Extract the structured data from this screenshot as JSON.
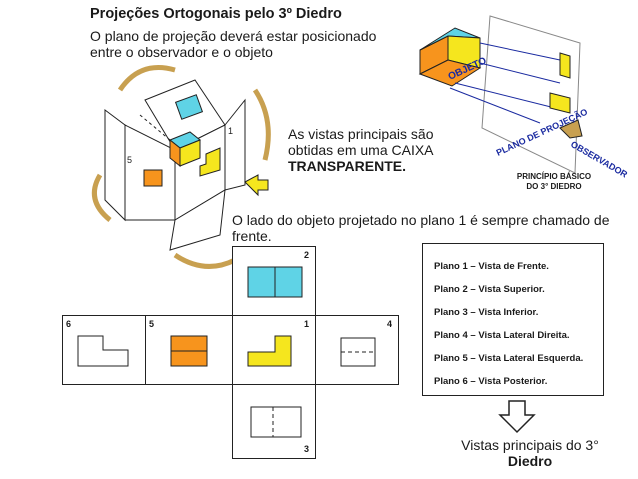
{
  "title": "Projeções Ortogonais pelo 3º Diedro",
  "intro_line1": "O plano de projeção deverá estar posicionado",
  "intro_line2": "entre o observador e o objeto",
  "middle_line1": "As vistas principais são",
  "middle_line2": "obtidas em uma CAIXA",
  "middle_line3": "TRANSPARENTE.",
  "principle_line1": "PRINCÍPIO BÁSICO",
  "principle_line2": "DO 3° DIEDRO",
  "object_label": "OBJETO",
  "plane_label": "PLANO DE PROJEÇÃO",
  "observer_label": "OBSERVADOR",
  "front_line1": "O lado do objeto projetado no plano 1 é sempre chamado de",
  "front_line2": "frente.",
  "box_numbers": {
    "p1": "1",
    "p2": "2",
    "p3": "3",
    "p4": "4",
    "p5": "5",
    "p6": "6"
  },
  "legend": [
    "Plano 1 – Vista de Frente.",
    "Plano 2 – Vista Superior.",
    "Plano 3 – Vista Inferior.",
    "Plano 4 – Vista Lateral Direita.",
    "Plano 5 – Vista Lateral Esquerda.",
    "Plano 6 – Vista Posterior."
  ],
  "bottom_line1": "Vistas principais do 3°",
  "bottom_line2": "Diedro",
  "colors": {
    "cyan": "#5fd3e6",
    "yellow": "#f5e61e",
    "orange": "#f7941d",
    "arrow": "#c8a050"
  }
}
